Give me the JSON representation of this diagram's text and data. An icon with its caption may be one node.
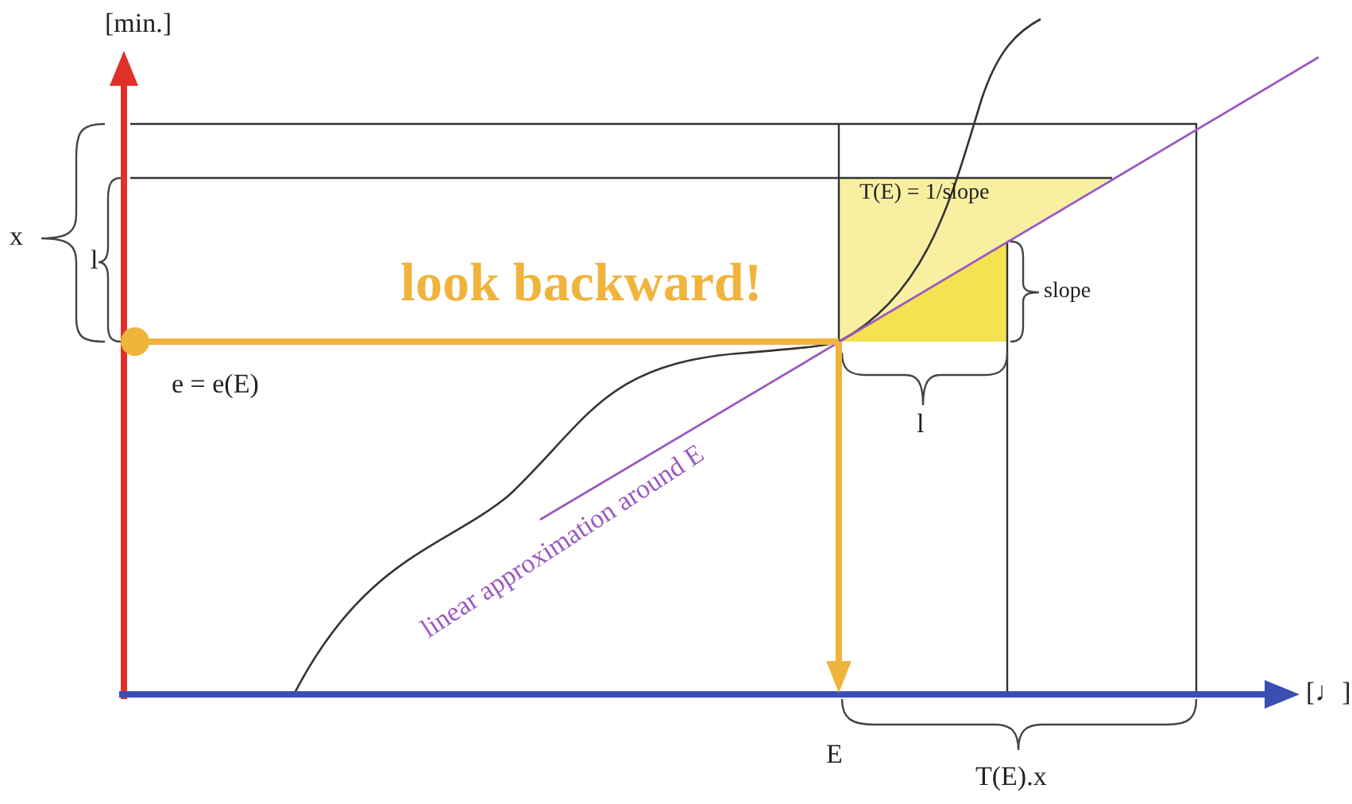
{
  "diagram": {
    "labels": [
      "[min.]",
      "x",
      "T(E) = 1/slope",
      "l",
      "look backward!",
      "slope",
      "e = e(E)",
      "l",
      "linear approximation around E",
      "[♩]",
      "E",
      "T(E).x"
    ]
  }
}
